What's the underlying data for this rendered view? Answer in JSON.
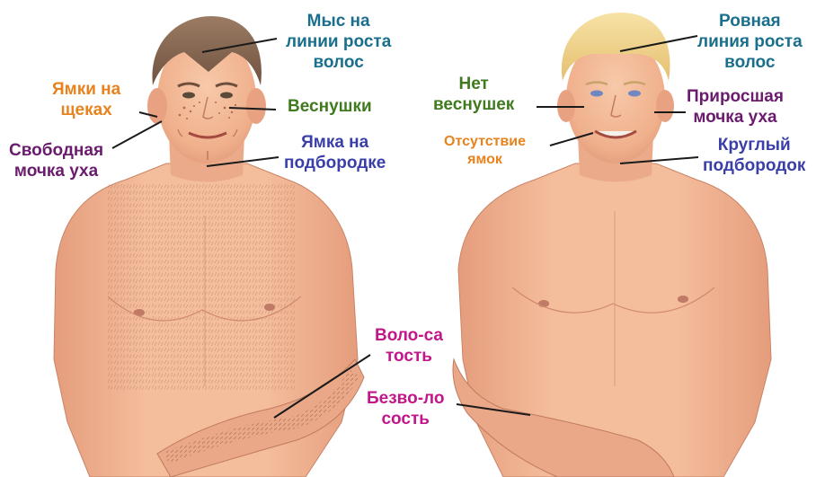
{
  "colors": {
    "teal": "#1a6f8c",
    "orange": "#e8821e",
    "green": "#3f7a1e",
    "purple": "#6a1b6e",
    "blue": "#3a3fa8",
    "magenta": "#c2178a",
    "line": "#1a1a1a",
    "skin": "#f2b896",
    "skin_shadow": "#e09a7a",
    "hair_brown": "#8b6a52",
    "hair_blond": "#efd48a"
  },
  "figures": {
    "left": {
      "name": "freckled-man",
      "hair": "brown"
    },
    "right": {
      "name": "blond-man",
      "hair": "blond"
    }
  },
  "labels": [
    {
      "id": "widows-peak",
      "lines": [
        "Мыс на",
        "линии роста",
        "волос"
      ],
      "color": "teal"
    },
    {
      "id": "cheek-dimples",
      "lines": [
        "Ямки на",
        "щеках"
      ],
      "color": "orange"
    },
    {
      "id": "freckles",
      "lines": [
        "Веснушки"
      ],
      "color": "green"
    },
    {
      "id": "free-earlobe",
      "lines": [
        "Свободная",
        "мочка уха"
      ],
      "color": "purple"
    },
    {
      "id": "chin-cleft",
      "lines": [
        "Ямка на",
        "подбородке"
      ],
      "color": "blue"
    },
    {
      "id": "hairiness",
      "lines": [
        "Воло-са",
        "тость"
      ],
      "color": "magenta"
    },
    {
      "id": "hairlessness",
      "lines": [
        "Безво-ло",
        "сость"
      ],
      "color": "magenta"
    },
    {
      "id": "straight-hairline",
      "lines": [
        "Ровная",
        "линия роста",
        "волос"
      ],
      "color": "teal"
    },
    {
      "id": "no-freckles",
      "lines": [
        "Нет",
        "веснушек"
      ],
      "color": "green"
    },
    {
      "id": "attached-earlobe",
      "lines": [
        "Приросшая",
        "мочка уха"
      ],
      "color": "purple"
    },
    {
      "id": "no-dimples",
      "lines": [
        "Отсутствие",
        "ямок"
      ],
      "color": "orange"
    },
    {
      "id": "round-chin",
      "lines": [
        "Круглый",
        "подбородок"
      ],
      "color": "blue"
    }
  ]
}
